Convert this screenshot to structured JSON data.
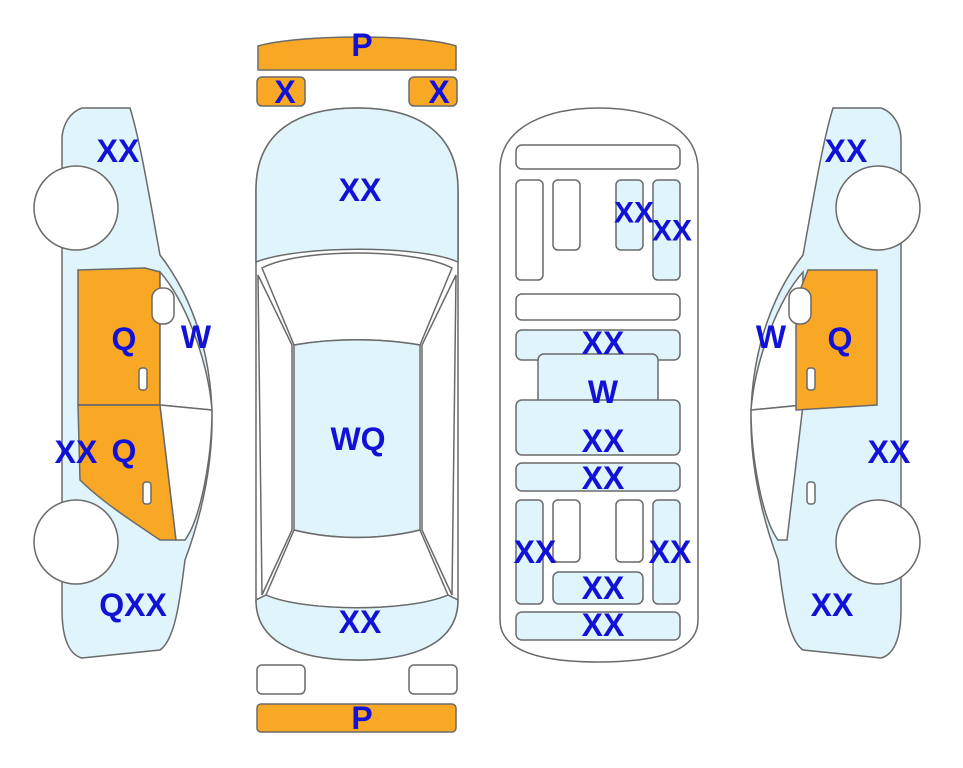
{
  "colors": {
    "panel": "#dff4fb",
    "damaged": "#f9a825",
    "outline": "#6a6a6a",
    "label": "#1212d6",
    "wheel": "#ffffff",
    "background": "#ffffff"
  },
  "left_side": {
    "front_fender": "XX",
    "front_door": "Q",
    "mirror": "W",
    "rocker": "XX",
    "rear_door": "Q",
    "rear_quarter": "QXX"
  },
  "top_view": {
    "front_bumper": "P",
    "left_headlight": "X",
    "right_headlight": "X",
    "hood": "XX",
    "roof": "WQ",
    "trunk": "XX",
    "rear_bumper": "P"
  },
  "interior": {
    "front_seat_a": "XX",
    "front_seat_b": "XX",
    "center_upper": "XX",
    "center_panel": "W",
    "center_lower": "XX",
    "rear_bench": "XX",
    "rear_left": "XX",
    "rear_right": "XX",
    "rear_center": "XX",
    "cargo": "XX"
  },
  "right_side": {
    "front_fender": "XX",
    "mirror": "W",
    "front_door": "Q",
    "rocker": "XX",
    "rear_quarter": "XX"
  }
}
